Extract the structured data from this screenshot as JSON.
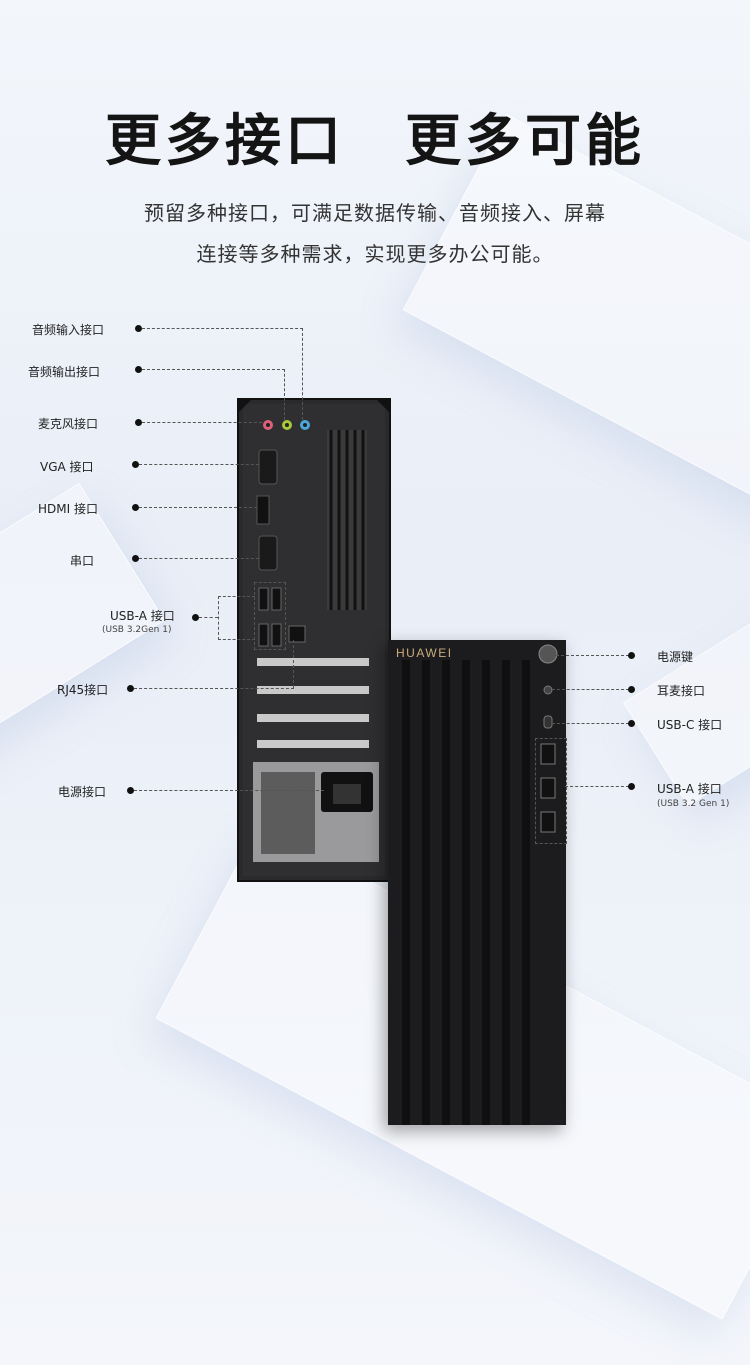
{
  "headline": "更多接口　更多可能",
  "subtitle_line1": "预留多种接口，可满足数据传输、音频接入、屏幕",
  "subtitle_line2": "连接等多种需求，实现更多办公可能。",
  "brand": "HUAWEI",
  "left_labels": {
    "audio_in": "音频输入接口",
    "audio_out": "音频输出接口",
    "mic": "麦克风接口",
    "vga": "VGA  接口",
    "hdmi": "HDMI 接口",
    "serial": "串口",
    "usb_a": "USB-A  接口",
    "usb_a_sub": "(USB 3.2Gen 1)",
    "rj45": "RJ45接口",
    "power_port": "电源接口"
  },
  "right_labels": {
    "power_key": "电源键",
    "headset": "耳麦接口",
    "usb_c": "USB-C 接口",
    "usb_a": "USB-A 接口",
    "usb_a_sub": "(USB 3.2 Gen 1)"
  },
  "colors": {
    "audio_in": "#4aa8d8",
    "audio_out": "#a8c83a",
    "mic": "#e0607a",
    "brand": "#c9ad7a"
  }
}
